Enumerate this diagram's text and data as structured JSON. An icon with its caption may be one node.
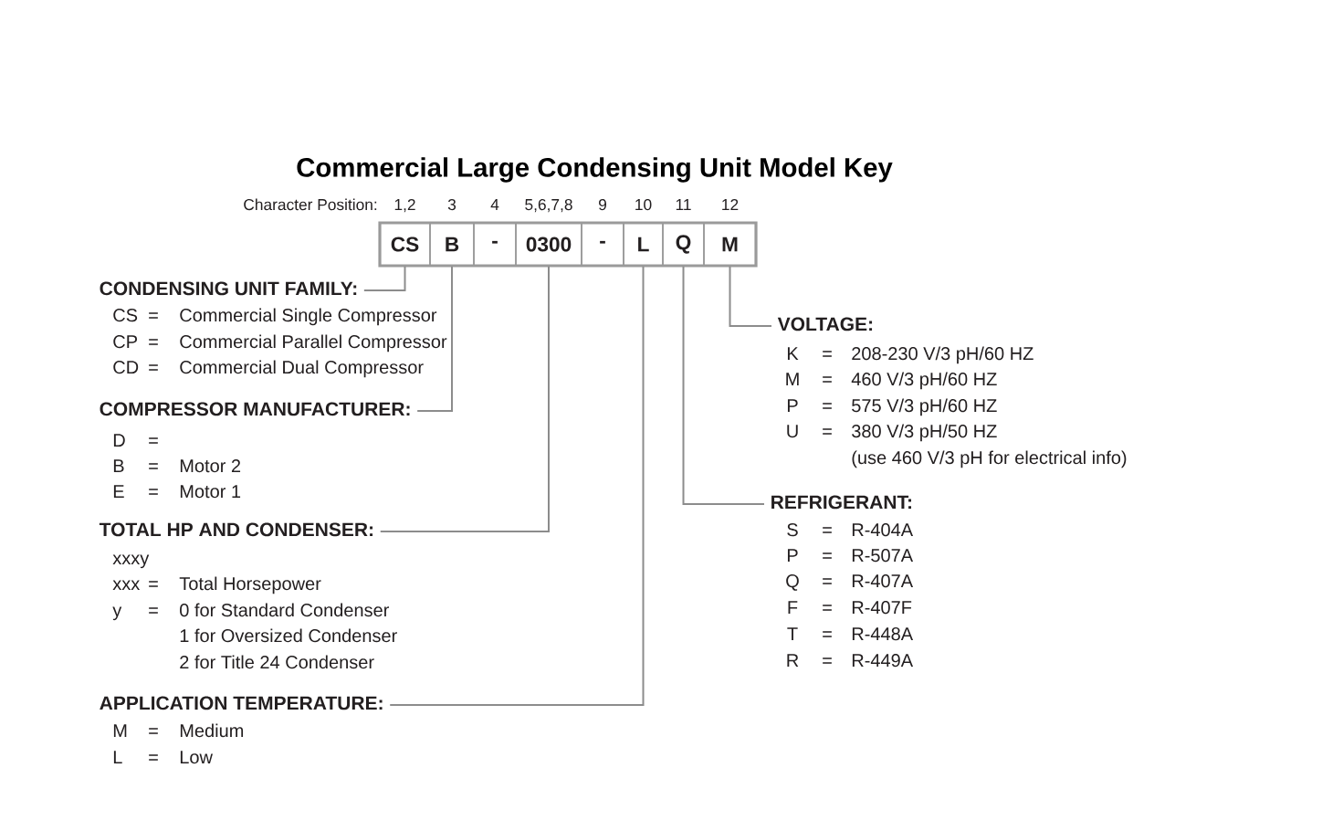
{
  "diagram": {
    "title": "Commercial Large Condensing Unit Model Key",
    "nodes": [
      {
        "text": [],
        "shape": "box"
      },
      {
        "text": [
          "CS"
        ],
        "in": 0,
        "beside": [
          "1,2"
        ]
      },
      {
        "text": [
          "B"
        ],
        "in": 0,
        "beside": [
          "3"
        ]
      },
      {
        "text": [
          "-"
        ],
        "in": 0,
        "beside": [
          "4"
        ]
      },
      {
        "text": [
          "0300"
        ],
        "in": 0,
        "beside": [
          "5,6,7,8"
        ]
      },
      {
        "text": [
          "-"
        ],
        "in": 0,
        "beside": [
          "9"
        ]
      },
      {
        "text": [
          "L"
        ],
        "in": 0,
        "beside": [
          "10"
        ]
      },
      {
        "text": [
          "Q"
        ],
        "in": 0,
        "beside": [
          "11"
        ]
      },
      {
        "text": [
          "M"
        ],
        "in": 0,
        "beside": [
          "12"
        ]
      },
      {
        "text": [
          "CONDENSING UNIT FAMILY:"
        ]
      },
      {
        "text": [
          "VOLTAGE:"
        ]
      },
      {
        "text": [
          "COMPRESSOR MANUFACTURER:"
        ]
      },
      {
        "text": [
          "REFRIGERANT:"
        ]
      },
      {
        "text": [
          "TOTAL HP AND CONDENSER:"
        ]
      },
      {
        "text": [
          "APPLICATION TEMPERATURE:"
        ]
      }
    ],
    "edges": [
      {
        "from": 1,
        "to": 9,
        "arrow": "none"
      },
      {
        "from": 2,
        "to": 11,
        "arrow": "none"
      },
      {
        "from": 4,
        "to": 13,
        "arrow": "none"
      },
      {
        "from": 6,
        "to": 14,
        "arrow": "none"
      },
      {
        "from": 7,
        "to": 12,
        "arrow": "none"
      },
      {
        "from": 8,
        "to": 10,
        "arrow": "none"
      }
    ],
    "labels": [
      "Character Position:",
      "CS",
      "=",
      "Commercial Single Compressor",
      "CP",
      "=",
      "Commercial Parallel Compressor",
      "CD",
      "=",
      "Commercial Dual Compressor",
      "D",
      "=",
      "B",
      "=",
      "Motor 2",
      "E",
      "=",
      "Motor 1",
      "xxxy",
      "xxx",
      "=",
      "Total Horsepower",
      "y",
      "=",
      "0 for Standard Condenser",
      "1 for Oversized Condenser",
      "2 for Title 24 Condenser",
      "M",
      "=",
      "Medium",
      "L",
      "=",
      "Low",
      "K",
      "=",
      "208-230 V/3 pH/60 HZ",
      "M",
      "=",
      "460 V/3 pH/60 HZ",
      "P",
      "=",
      "575 V/3 pH/60 HZ",
      "U",
      "=",
      "380 V/3 pH/50 HZ",
      "(use 460 V/3 pH for electrical info)",
      "S",
      "=",
      "R-404A",
      "P",
      "=",
      "R-507A",
      "Q",
      "=",
      "R-407A",
      "F",
      "=",
      "R-407F",
      "T",
      "=",
      "R-448A",
      "R",
      "=",
      "R-449A"
    ]
  }
}
